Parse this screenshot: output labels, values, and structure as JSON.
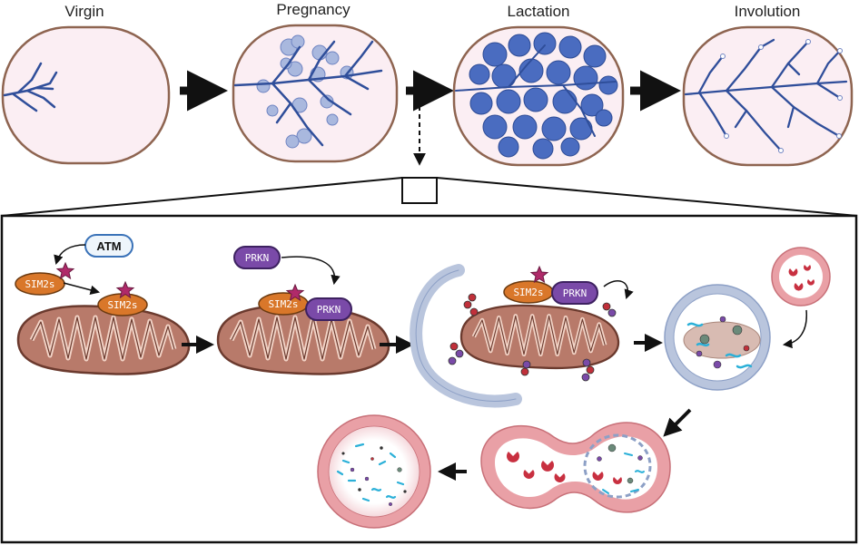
{
  "stages": [
    {
      "title": "Virgin"
    },
    {
      "title": "Pregnancy"
    },
    {
      "title": "Lactation"
    },
    {
      "title": "Involution"
    }
  ],
  "proteins": {
    "atm": "ATM",
    "sim2s": "SIM2s",
    "prkn": "PRKN"
  },
  "colors": {
    "gland_fill": "#fbeef3",
    "gland_stroke": "#8e6450",
    "duct": "#2f4e9a",
    "alveoli": "#4a6cc0",
    "mito_fill": "#b87a6a",
    "mito_stroke": "#6b3a2e",
    "sim2s": "#d9772a",
    "prkn": "#7a4aa8",
    "star": "#b02a6a",
    "phagophore": "#b9c5dd",
    "lysosome": "#e9a0a6",
    "enzyme": "#c83040",
    "debris": "#2bb0d8"
  }
}
